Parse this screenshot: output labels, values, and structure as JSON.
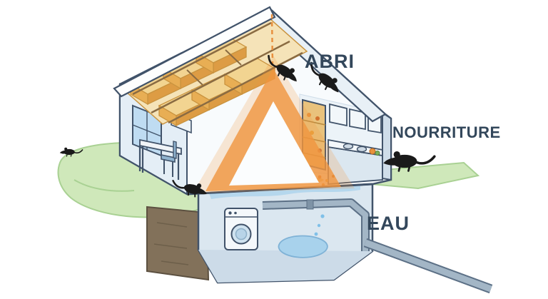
{
  "diagram": {
    "labels": {
      "shelter": "ABRI",
      "food": "NOURRITURE",
      "water": "EAU"
    },
    "colors": {
      "label_text": "#33475b",
      "triangle": "#f0953f",
      "insulation": "#e8ae54",
      "outline": "#41536a",
      "grass": "#cfe8ba",
      "soil": "#82715a",
      "water": "#a8d2ec",
      "rat": "#1a1a1a"
    },
    "icons": {
      "rat": "rat-silhouette"
    }
  }
}
